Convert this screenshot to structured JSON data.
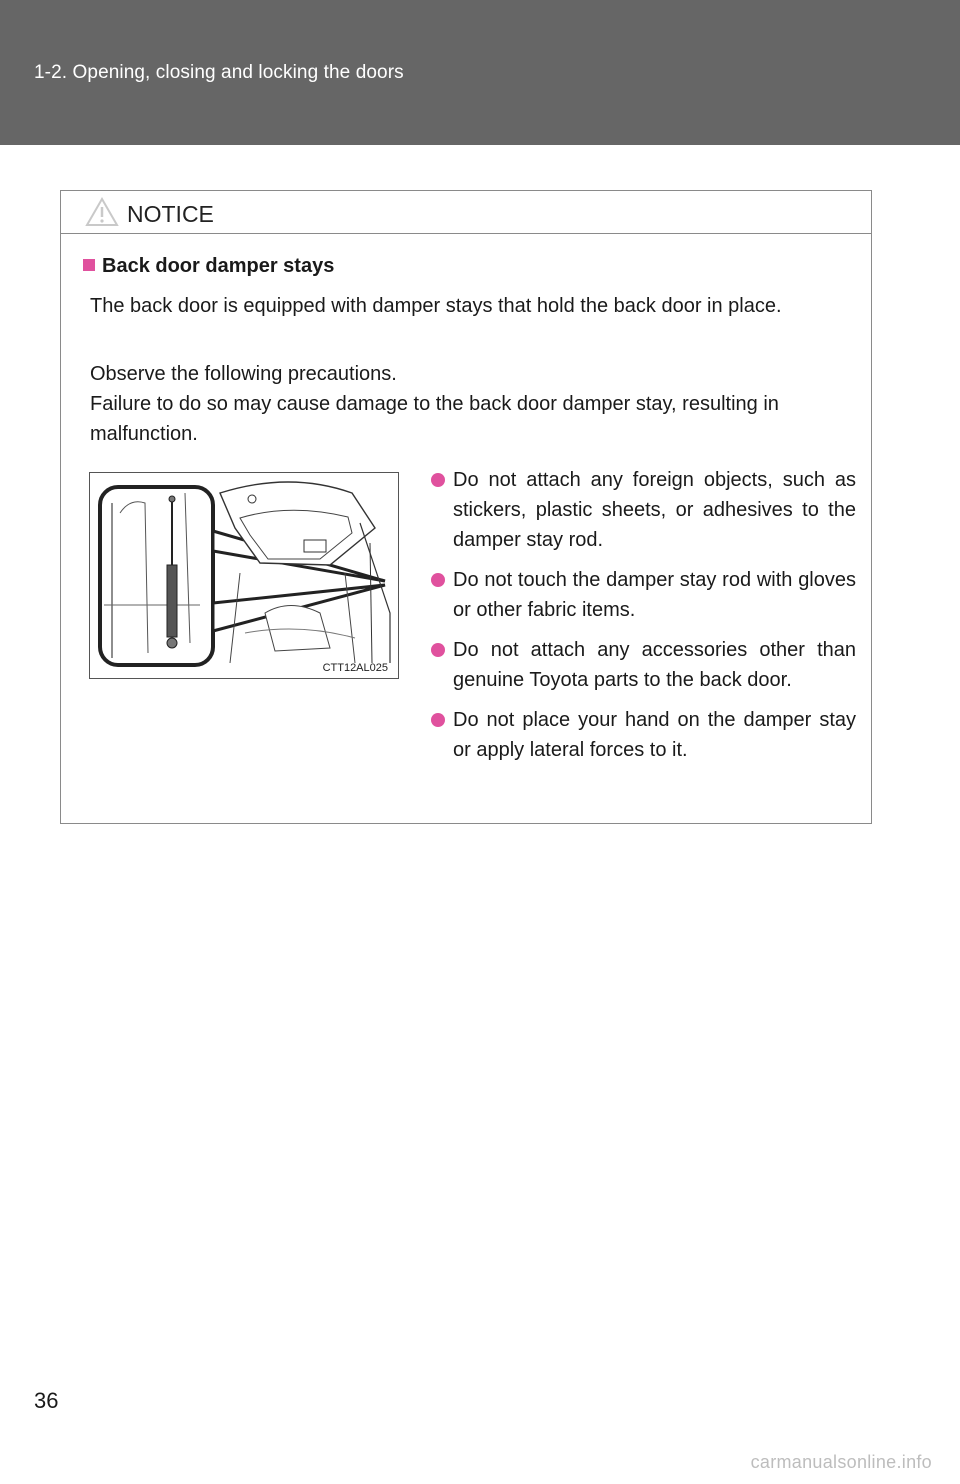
{
  "header": {
    "title": "1-2. Opening, closing and locking the doors"
  },
  "notice": {
    "title": "NOTICE",
    "icon": "warning-triangle-icon",
    "section_title": "Back door damper stays",
    "para1": "The back door is equipped with damper stays that hold the back door in place.",
    "para2_line1": "Observe the following precautions.",
    "para2_line2": "Failure to do so may cause damage to the back door damper stay, resulting in malfunction.",
    "figure_code": "CTT12AL025",
    "bullets": [
      "Do not attach any foreign objects, such as stickers, plastic sheets, or adhesives to the damper stay rod.",
      "Do not touch the damper stay rod with gloves or other fabric items.",
      "Do not attach any accessories other than genuine Toyota parts to the back door.",
      "Do not place your hand on the damper stay or apply lateral forces to it."
    ]
  },
  "page_number": "36",
  "watermark": "carmanualsonline.info",
  "colors": {
    "header_bg": "#666666",
    "accent": "#e0519e",
    "border": "#8a8a8a"
  }
}
